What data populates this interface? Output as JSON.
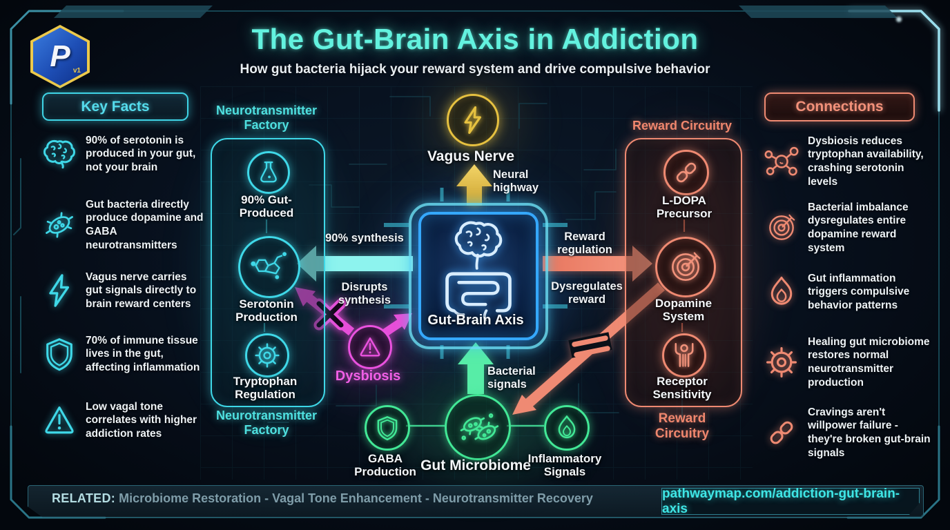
{
  "logo": {
    "letter": "P",
    "version": "v1"
  },
  "header": {
    "title": "The Gut-Brain Axis in Addiction",
    "subtitle": "How gut bacteria hijack your reward system and drive compulsive behavior"
  },
  "key_facts": {
    "title": "Key Facts",
    "items": [
      {
        "icon": "brain-icon",
        "text": "90% of serotonin is produced in your gut, not your brain"
      },
      {
        "icon": "bacteria-icon",
        "text": "Gut bacteria directly produce dopamine and GABA neurotransmitters"
      },
      {
        "icon": "lightning-icon",
        "text": "Vagus nerve carries gut signals directly to brain reward centers"
      },
      {
        "icon": "shield-icon",
        "text": "70% of immune tissue lives in the gut, affecting inflammation"
      },
      {
        "icon": "warning-icon",
        "text": "Low vagal tone correlates with higher addiction rates"
      }
    ]
  },
  "factory": {
    "title": "Neurotransmitter Factory",
    "nodes": [
      {
        "icon": "flask-icon",
        "label": "90% Gut-Produced"
      },
      {
        "icon": "serotonin-molecule-icon",
        "label": "Serotonin Production"
      },
      {
        "icon": "gear-icon",
        "label": "Tryptophan Regulation"
      }
    ]
  },
  "reward": {
    "title": "Reward Circuitry",
    "nodes": [
      {
        "icon": "chain-link-icon",
        "label": "L-DOPA Precursor"
      },
      {
        "icon": "target-icon",
        "label": "Dopamine System"
      },
      {
        "icon": "receptor-icon",
        "label": "Receptor Sensitivity"
      }
    ]
  },
  "center": {
    "vagus_label": "Vagus Nerve",
    "axis_label": "Gut-Brain Axis",
    "dysbiosis_label": "Dysbiosis",
    "gaba_label": "GABA Production",
    "microbiome_label": "Gut Microbiome",
    "inflammatory_label": "Inflammatory Signals"
  },
  "arrow_labels": {
    "neural_highway": "Neural highway",
    "synthesis": "90% synthesis",
    "disrupts": "Disrupts synthesis",
    "reward_regulation": "Reward regulation",
    "dysregulates": "Dysregulates reward",
    "bacterial_signals": "Bacterial signals"
  },
  "connections": {
    "title": "Connections",
    "items": [
      {
        "icon": "molecule-icon",
        "text": "Dysbiosis reduces tryptophan availability, crashing serotonin levels"
      },
      {
        "icon": "target-icon",
        "text": "Bacterial imbalance dysregulates entire dopamine reward system"
      },
      {
        "icon": "flame-icon",
        "text": "Gut inflammation triggers compulsive behavior patterns"
      },
      {
        "icon": "gear-icon",
        "text": "Healing gut microbiome restores normal neurotransmitter production"
      },
      {
        "icon": "chain-link-icon",
        "text": "Cravings aren't willpower failure - they're broken gut-brain signals"
      }
    ]
  },
  "footer": {
    "related_label": "RELATED:",
    "related_text": "Microbiome Restoration - Vagal Tone Enhancement - Neurotransmitter Recovery",
    "url": "pathwaymap.com/addiction-gut-brain-axis"
  },
  "colors": {
    "accent_cyan": "#3fd8e8",
    "accent_blue": "#35a8ff",
    "accent_yellow": "#e6c140",
    "accent_magenta": "#ea52df",
    "accent_coral": "#ef8a72",
    "accent_green": "#42e896",
    "title_teal": "#63f2df",
    "background": "#070d16"
  }
}
